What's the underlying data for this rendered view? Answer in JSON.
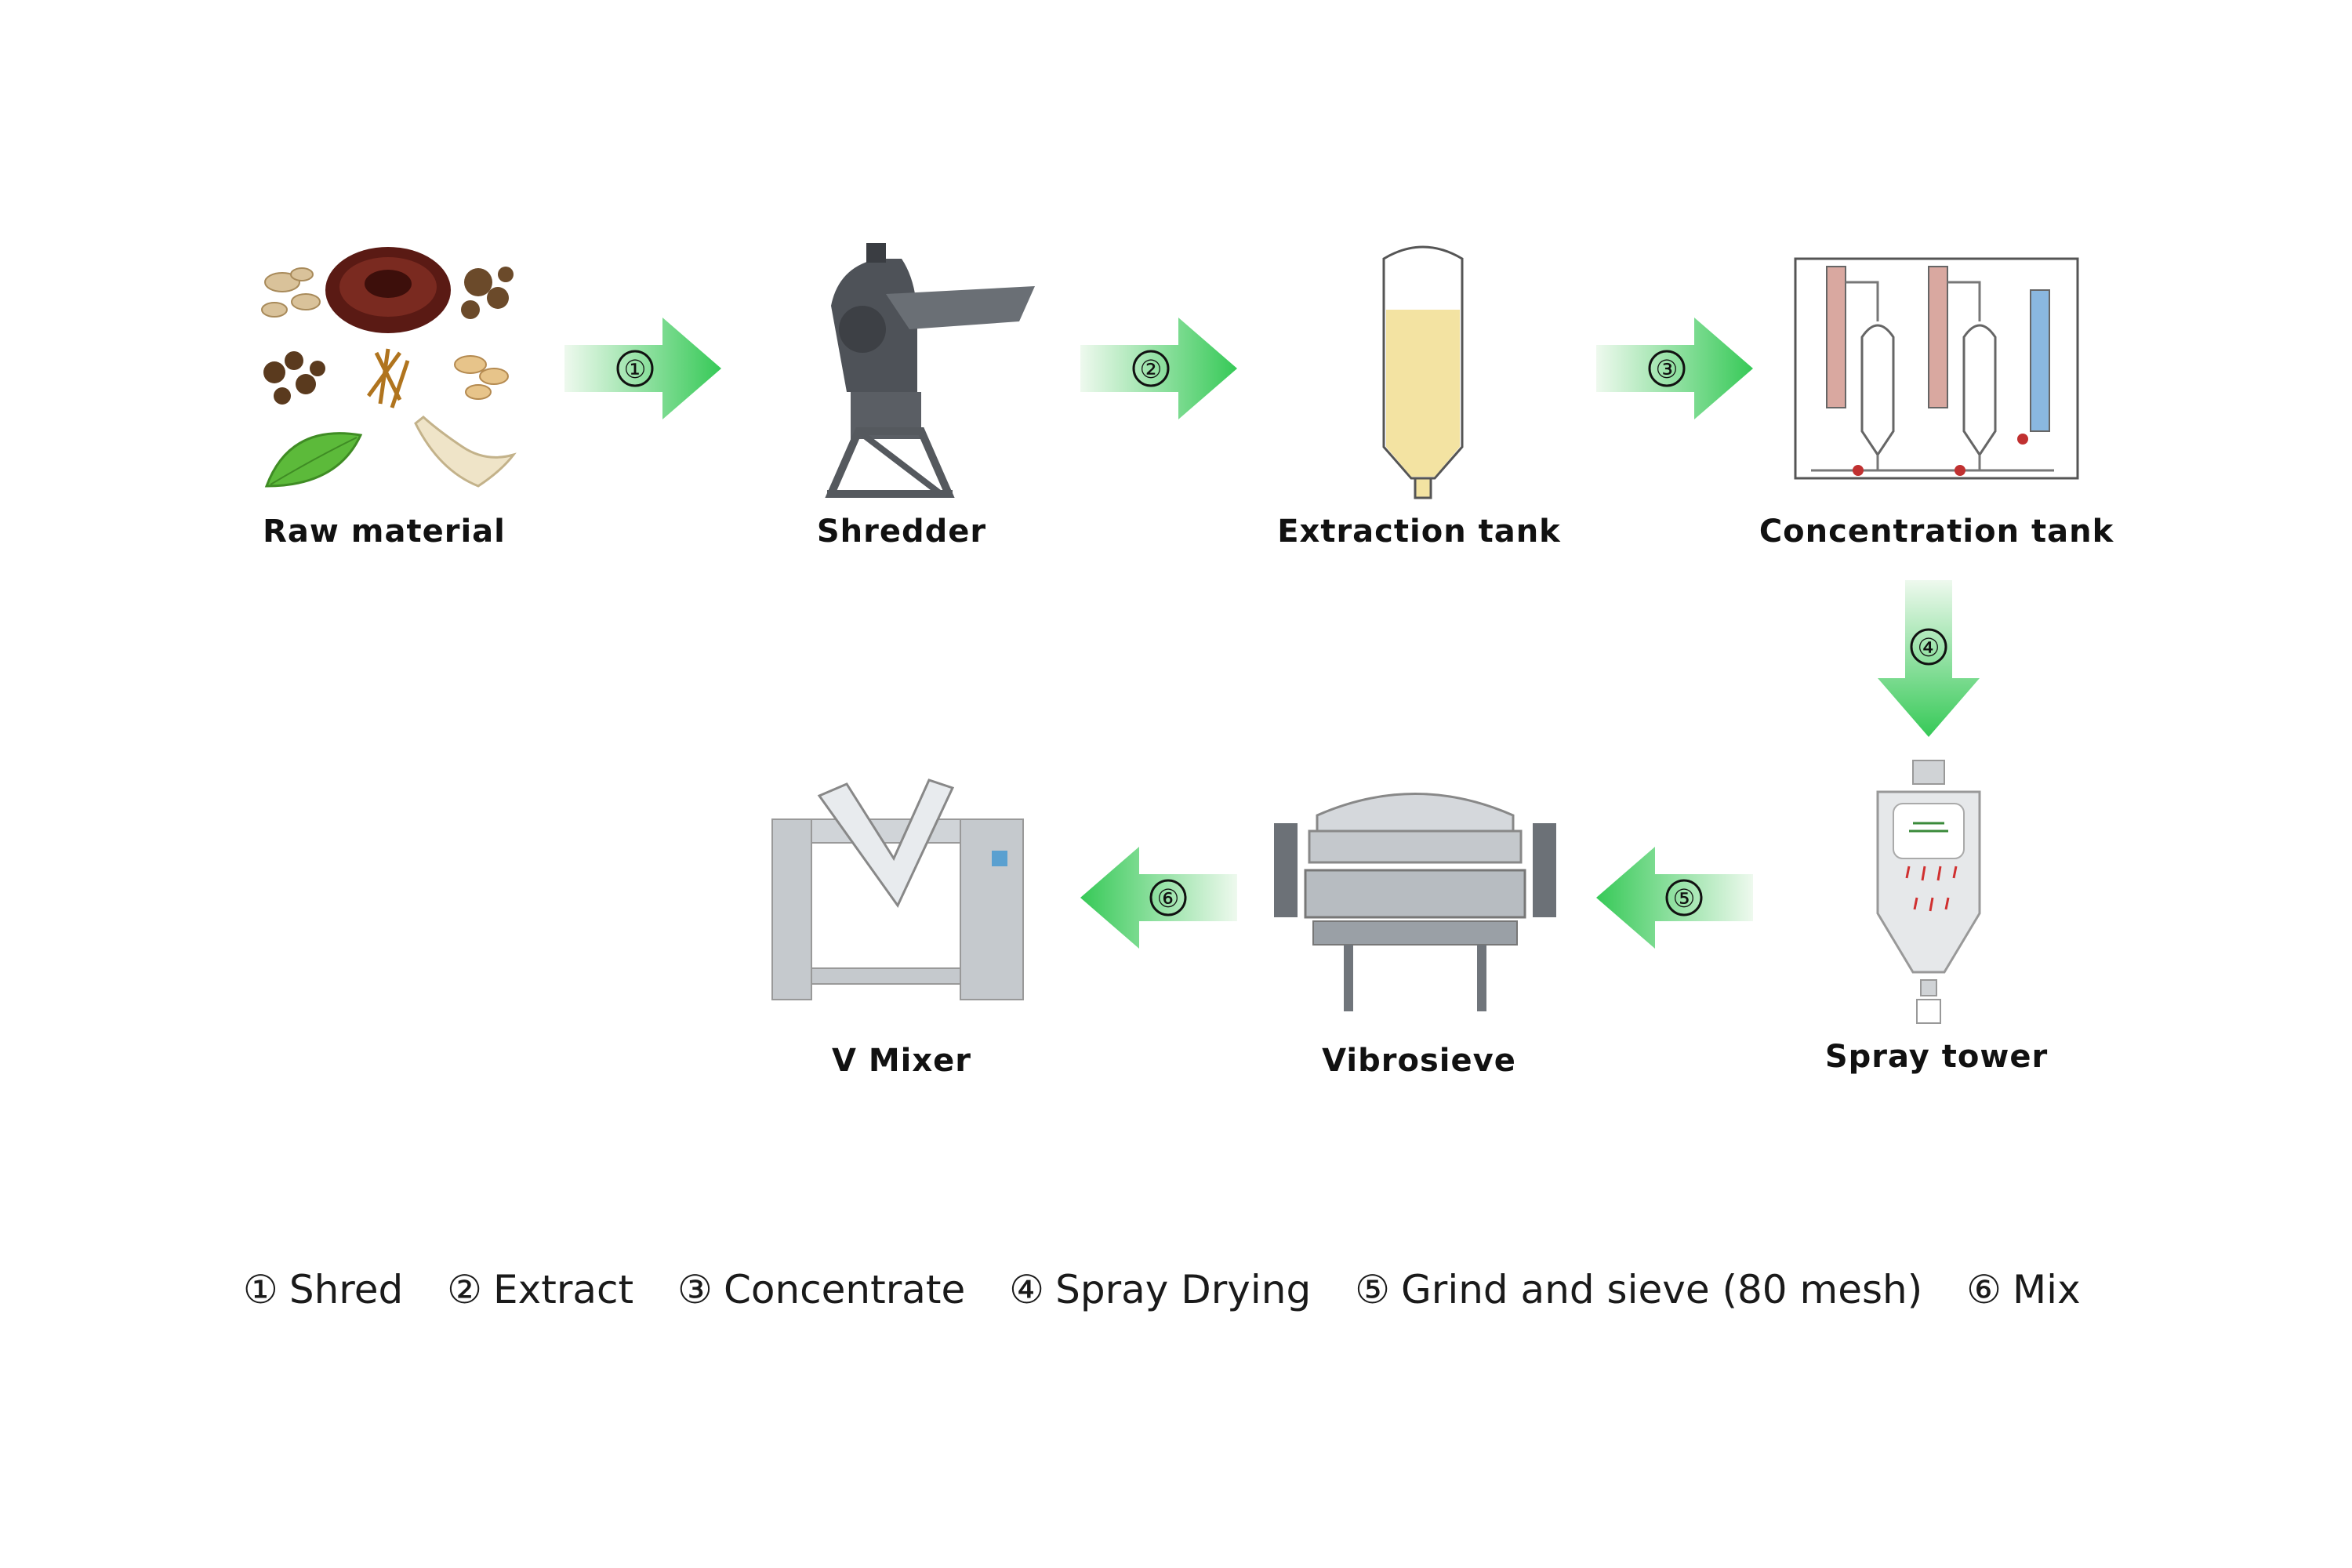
{
  "stages": [
    {
      "label": "Raw material"
    },
    {
      "label": "Shredder"
    },
    {
      "label": "Extraction tank"
    },
    {
      "label": "Concentration tank"
    },
    {
      "label": "Spray tower"
    },
    {
      "label": "Vibrosieve"
    },
    {
      "label": "V Mixer"
    }
  ],
  "arrows": [
    {
      "step": "①"
    },
    {
      "step": "②"
    },
    {
      "step": "③"
    },
    {
      "step": "④"
    },
    {
      "step": "⑤"
    },
    {
      "step": "⑥"
    }
  ],
  "legend": [
    {
      "num": "①",
      "text": "Shred"
    },
    {
      "num": "②",
      "text": "Extract"
    },
    {
      "num": "③",
      "text": "Concentrate"
    },
    {
      "num": "④",
      "text": "Spray Drying"
    },
    {
      "num": "⑤",
      "text": "Grind and sieve (80 mesh)"
    },
    {
      "num": "⑥",
      "text": "Mix"
    }
  ],
  "colors": {
    "arrow_start": "#e8f7e8",
    "arrow_end": "#3ccd5c",
    "label_text": "#111111"
  }
}
